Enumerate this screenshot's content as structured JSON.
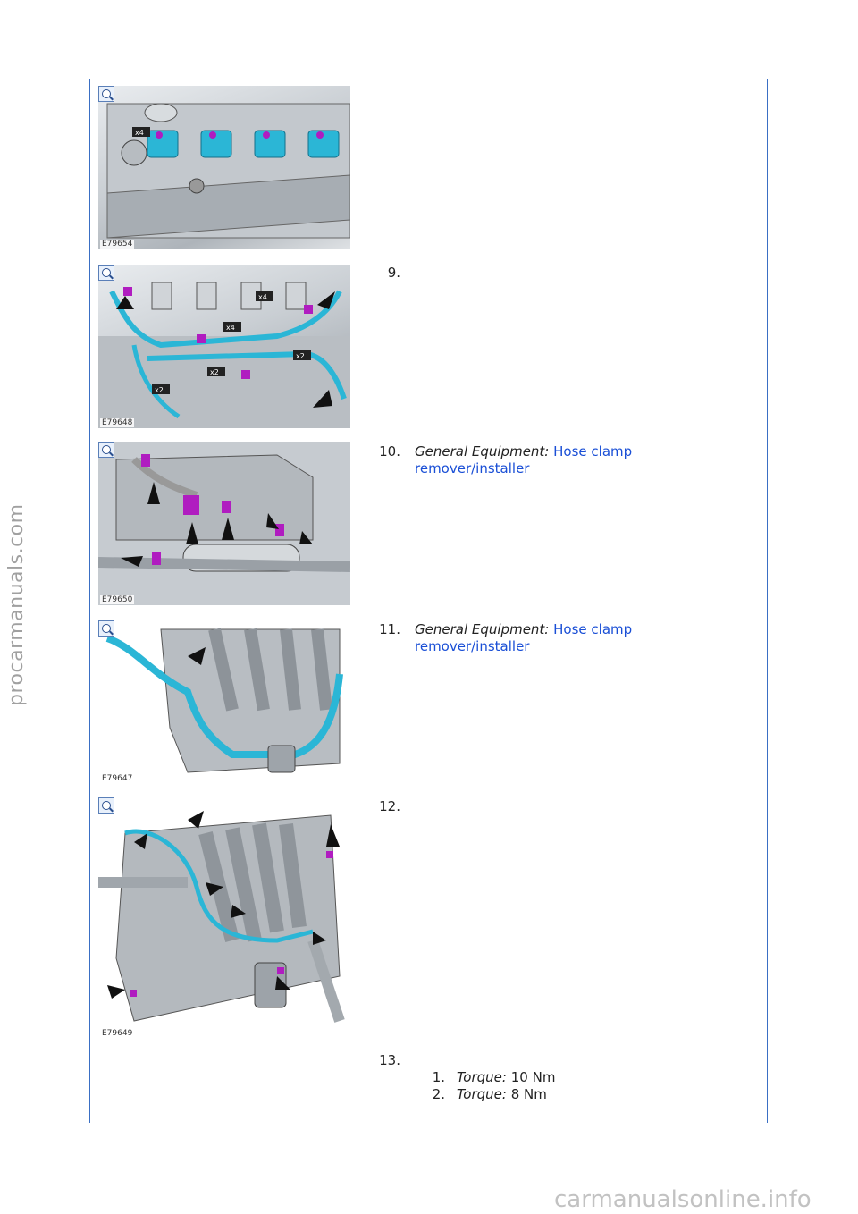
{
  "figures": [
    {
      "code": "E79654",
      "markers": [
        "x4"
      ]
    },
    {
      "code": "E79648",
      "markers": [
        "x4",
        "x4",
        "x2",
        "x2",
        "x2"
      ]
    },
    {
      "code": "E79650",
      "markers": []
    },
    {
      "code": "E79647",
      "markers": []
    },
    {
      "code": "E79649",
      "markers": []
    }
  ],
  "steps": [
    {
      "number": "9.",
      "label": "",
      "link": ""
    },
    {
      "number": "10.",
      "label": "General Equipment:",
      "link_line1": "Hose clamp",
      "link_line2": "remover/installer"
    },
    {
      "number": "11.",
      "label": "General Equipment:",
      "link_line1": "Hose clamp",
      "link_line2": "remover/installer"
    },
    {
      "number": "12.",
      "label": "",
      "link": ""
    },
    {
      "number": "13.",
      "substeps": [
        {
          "number": "1.",
          "label": "Torque:",
          "value": "10 Nm"
        },
        {
          "number": "2.",
          "label": "Torque:",
          "value": "8 Nm"
        }
      ]
    }
  ],
  "watermarks": {
    "side": "procarmanuals.com",
    "bottom": "carmanualsonline.info"
  },
  "colors": {
    "rule_line": "#3a6fc4",
    "link": "#1a4fd6",
    "hose_blue": "#2bb6d6",
    "clip_magenta": "#b01cc0"
  }
}
